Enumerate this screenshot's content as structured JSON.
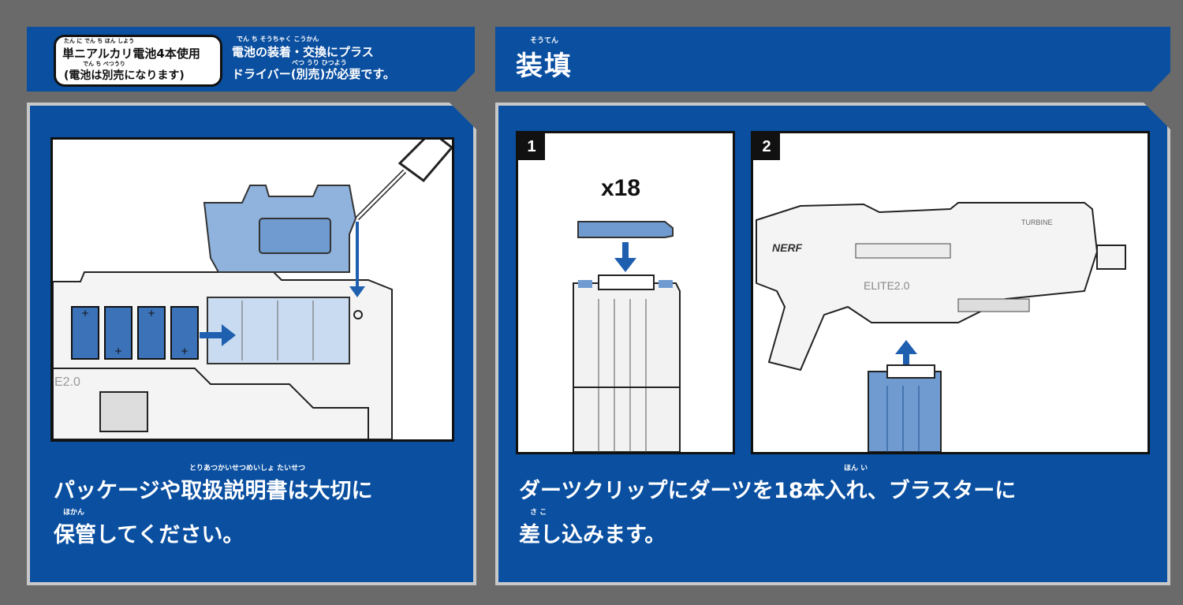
{
  "header": {
    "battery_line1": "単ニアルカリ電池4本使用",
    "battery_line2": "(電池は別売になります)",
    "battery_ruby1": "たん に                でん ち    ほん しよう",
    "battery_ruby2": "でん ち     べつうり",
    "note_line1": "電池の装着・交換にプラス",
    "note_line2": "ドライバー(別売)が必要です。",
    "note_ruby1": "でん ち    そうちゃく  こうかん",
    "note_ruby2": "べつ うり     ひつよう",
    "title": "装填",
    "title_ruby": "そうてん"
  },
  "left_panel": {
    "caption_line1": "パッケージや取扱説明書は大切に",
    "caption_line2": "保管してください。",
    "caption_ruby1": "とりあつかいせつめいしょ          たいせつ",
    "caption_ruby2": "ほかん",
    "gun_label": "E2.0"
  },
  "right_panel": {
    "step1_number": "1",
    "step2_number": "2",
    "dart_count": "x18",
    "caption_line1": "ダーツクリップにダーツを18本入れ、ブラスターに",
    "caption_line2": "差し込みます。",
    "caption_ruby1": "ほん  い",
    "caption_ruby2": "さ      こ",
    "brand_logo": "NERF",
    "model_label": "ELITE2.0",
    "turbine_label": "TURBINE"
  },
  "colors": {
    "blue": "#0a4fa0",
    "light_blue": "#8fb3dd",
    "gray_bg": "#6a6a6a"
  }
}
